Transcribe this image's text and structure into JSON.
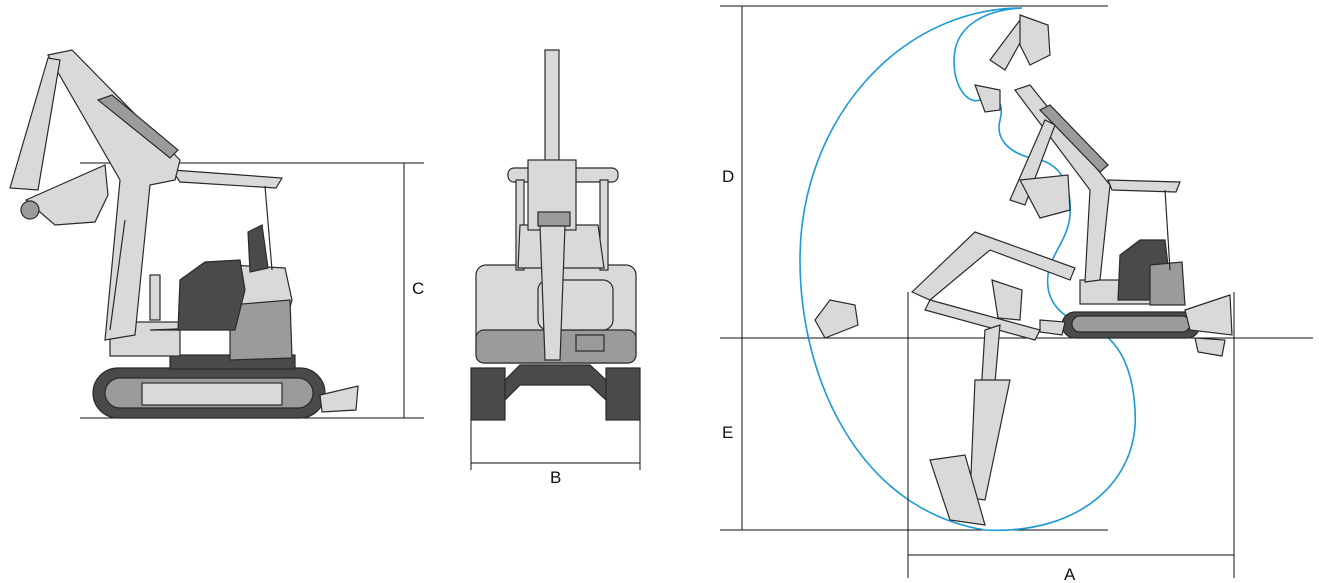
{
  "colors": {
    "machine_light": "#d9d9d9",
    "machine_mid": "#9b9b9b",
    "machine_dark": "#4a4a4a",
    "track_dark": "#3c3c3c",
    "envelope": "#1a9ad6",
    "dimension_line": "#111111"
  },
  "labels": {
    "A": "A",
    "B": "B",
    "C": "C",
    "D": "D",
    "E": "E"
  },
  "icons": {
    "side_view": "excavator-side-icon",
    "rear_view": "excavator-rear-icon",
    "working_range": "excavator-working-range-icon"
  }
}
